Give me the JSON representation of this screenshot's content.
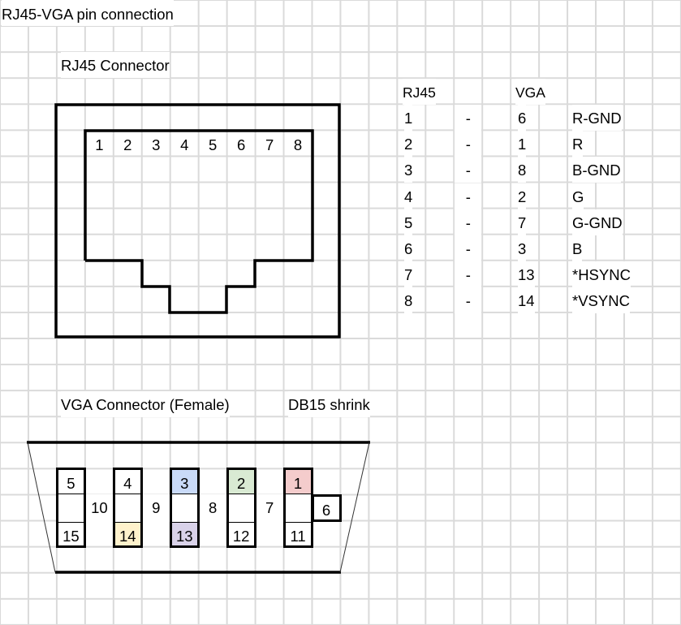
{
  "title": "RJ45-VGA pin connection",
  "rj45_section": {
    "label": "RJ45 Connector",
    "pin_numbers": [
      "1",
      "2",
      "3",
      "4",
      "5",
      "6",
      "7",
      "8"
    ]
  },
  "mapping_table": {
    "headers": {
      "rj45": "RJ45",
      "vga": "VGA"
    },
    "separator": "-",
    "rows": [
      {
        "rj45": "1",
        "vga": "6",
        "signal": "R-GND"
      },
      {
        "rj45": "2",
        "vga": "1",
        "signal": "R"
      },
      {
        "rj45": "3",
        "vga": "8",
        "signal": "B-GND"
      },
      {
        "rj45": "4",
        "vga": "2",
        "signal": "G"
      },
      {
        "rj45": "5",
        "vga": "7",
        "signal": "G-GND"
      },
      {
        "rj45": "6",
        "vga": "3",
        "signal": "B"
      },
      {
        "rj45": "7",
        "vga": "13",
        "signal": "*HSYNC"
      },
      {
        "rj45": "8",
        "vga": "14",
        "signal": "*VSYNC"
      }
    ]
  },
  "vga_section": {
    "label": "VGA Connector (Female)",
    "sublabel": "DB15 shrink",
    "top_row": [
      {
        "pin": "5"
      },
      {
        "pin": "4"
      },
      {
        "pin": "3",
        "color": "#c9daf8"
      },
      {
        "pin": "2",
        "color": "#d9ead3"
      },
      {
        "pin": "1",
        "color": "#f4cccc"
      }
    ],
    "middle_row": [
      {
        "pin": "10"
      },
      {
        "pin": "9"
      },
      {
        "pin": "8"
      },
      {
        "pin": "7"
      },
      {
        "pin": "6"
      }
    ],
    "bottom_row": [
      {
        "pin": "15"
      },
      {
        "pin": "14",
        "color": "#fff2cc"
      },
      {
        "pin": "13",
        "color": "#d9d2e9"
      },
      {
        "pin": "12"
      },
      {
        "pin": "11"
      }
    ]
  }
}
